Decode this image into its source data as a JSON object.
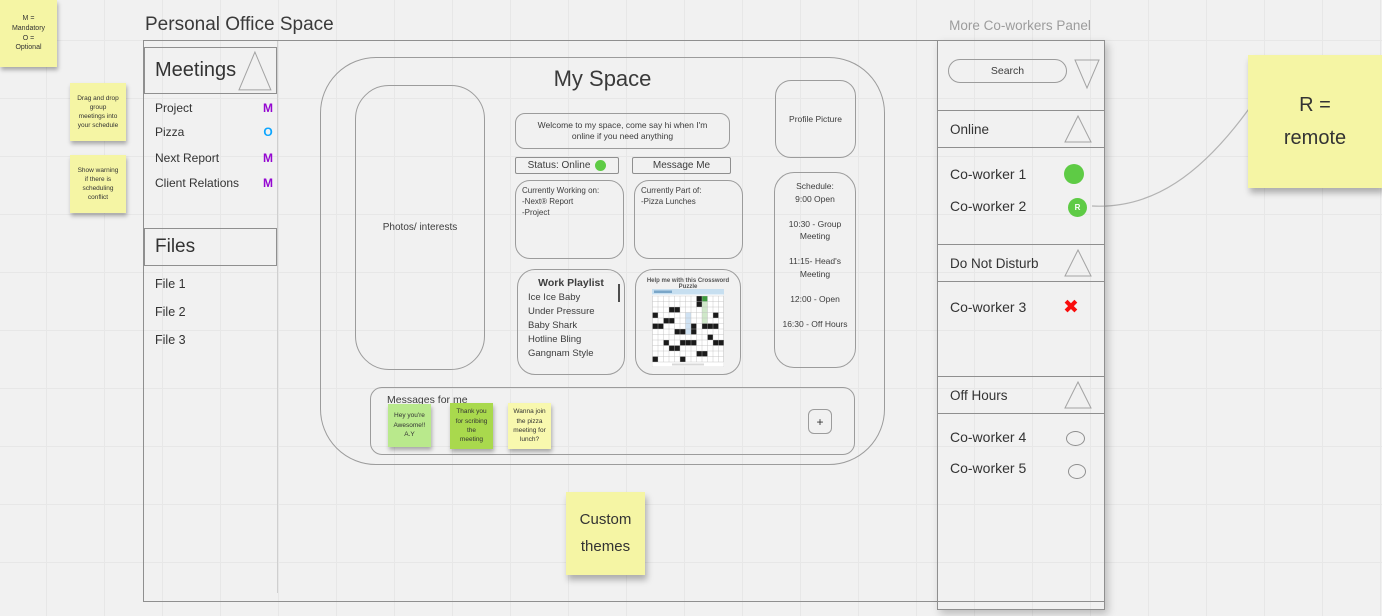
{
  "canvas": {
    "title": "Personal Office Space",
    "coworkers_panel_label": "More Co-workers Panel"
  },
  "sticky_notes": {
    "legend": "M =\nMandatory\nO =\nOptional",
    "drag_drop": "Drag and drop\ngroup\nmeetings into\nyour schedule",
    "warning": "Show warning\nif there is\nscheduling\nconflict",
    "remote": "R =\nremote",
    "custom_themes": "Custom\nthemes"
  },
  "meetings": {
    "title": "Meetings",
    "items": [
      {
        "label": "Project",
        "badge": "M",
        "badge_color": "#9407d1"
      },
      {
        "label": "Pizza",
        "badge": "O",
        "badge_color": "#0ba5ff"
      },
      {
        "label": "Next Report",
        "badge": "M",
        "badge_color": "#9407d1"
      },
      {
        "label": "Client Relations",
        "badge": "M",
        "badge_color": "#9407d1"
      }
    ]
  },
  "files": {
    "title": "Files",
    "items": [
      "File 1",
      "File 2",
      "File 3"
    ]
  },
  "my_space": {
    "title": "My Space",
    "photos_label": "Photos/ interests",
    "welcome": "Welcome to my space, come say hi when I'm online if you need anything",
    "status_label": "Status: Online",
    "message_me_label": "Message Me",
    "working_on": "Currently Working on:\n-Next® Report\n-Project",
    "part_of": "Currently Part of:\n-Pizza Lunches",
    "playlist": {
      "title": "Work Playlist",
      "songs": [
        "Ice Ice Baby",
        "Under Pressure",
        "Baby Shark",
        "Hotline Bling",
        "Gangnam Style"
      ]
    },
    "crossword_title": "Help me with this Crossword Puzzle",
    "profile_label": "Profile Picture",
    "schedule": "Schedule:\n9:00 Open\n\n10:30 - Group\nMeeting\n\n11:15- Head's\nMeeting\n\n12:00 - Open\n\n16:30 - Off Hours",
    "messages": {
      "title": "Messages for me",
      "notes": [
        {
          "text": "Hey you're\nAwesome!!\nA.Y",
          "color": "#b9e98c"
        },
        {
          "text": "Thank you\nfor scribing\nthe\nmeeting",
          "color": "#a9d94d"
        },
        {
          "text": "Wanna join\nthe pizza\nmeeting for\nlunch?",
          "color": "#f8f8ae"
        }
      ],
      "add_label": "+"
    }
  },
  "coworkers": {
    "search_label": "Search",
    "sections": [
      {
        "title": "Online",
        "members": [
          {
            "name": "Co-worker 1",
            "status": "online"
          },
          {
            "name": "Co-worker 2",
            "status": "remote",
            "badge": "R"
          }
        ]
      },
      {
        "title": "Do Not Disturb",
        "members": [
          {
            "name": "Co-worker 3",
            "status": "do-not-disturb"
          }
        ]
      },
      {
        "title": "Off Hours",
        "members": [
          {
            "name": "Co-worker 4",
            "status": "off-hours"
          },
          {
            "name": "Co-worker 5",
            "status": "off-hours"
          }
        ]
      }
    ]
  },
  "icons": {
    "dnd": "✖"
  },
  "colors": {
    "online_green": "#5ecb45",
    "dnd_red": "#f90d0d",
    "sticky_yellow": "#f5f5a4",
    "mandatory_purple": "#9407d1",
    "optional_blue": "#0ba5ff"
  }
}
